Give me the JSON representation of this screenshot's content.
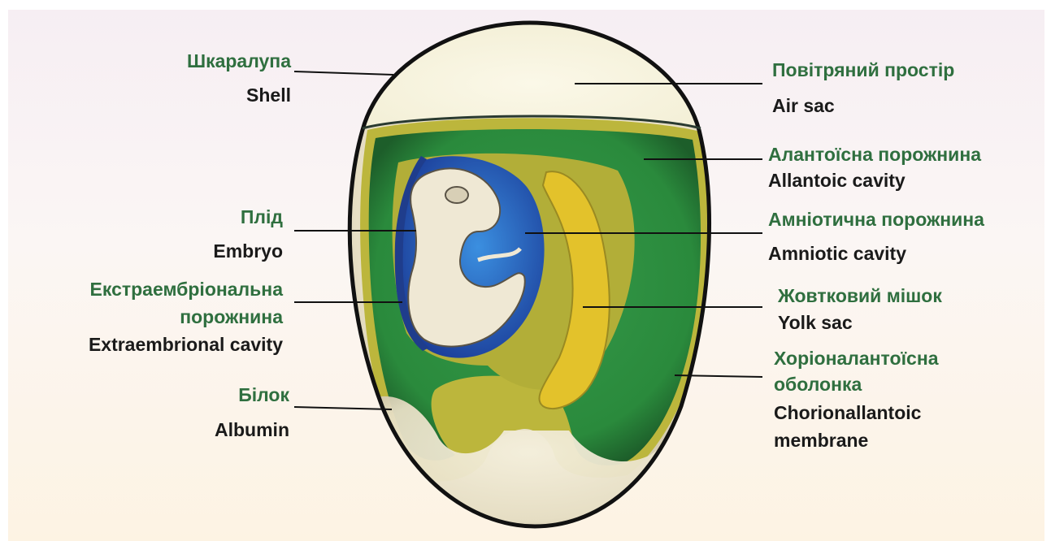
{
  "labels": {
    "shell": {
      "ua": "Шкаралупа",
      "en": "Shell"
    },
    "air_sac": {
      "ua": "Повітряний простір",
      "en": "Air sac"
    },
    "allantoic": {
      "ua": "Алантоїсна порожнина",
      "en": "Allantoic cavity"
    },
    "embryo": {
      "ua": "Плід",
      "en": "Embryo"
    },
    "amniotic": {
      "ua": "Амніотична порожнина",
      "en": "Amniotic cavity"
    },
    "extraembryonic": {
      "ua1": "Екстраембріональна",
      "ua2": "порожнина",
      "en": "Extraembrional cavity"
    },
    "yolk": {
      "ua": "Жовтковий мішок",
      "en": "Yolk sac"
    },
    "albumin": {
      "ua": "Білок",
      "en": "Albumin"
    },
    "chorio": {
      "ua1": "Хоріоналантоїсна",
      "ua2": "оболонка",
      "en1": "Chorionallantoic",
      "en2": "membrane"
    }
  },
  "colors": {
    "ua_text": "#2f6f3f",
    "en_text": "#1a1a1a",
    "albumin": "#ede6cf",
    "allantoic_green": "#2e8b3e",
    "membrane_olive": "#b8b43a",
    "yolk": "#e2c22a",
    "amnion_blue": "#2a62c8"
  }
}
